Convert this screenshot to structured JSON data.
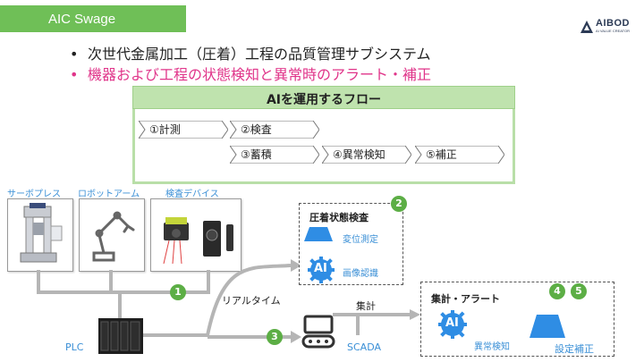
{
  "header": {
    "title": "AIC Swage"
  },
  "logo": {
    "name": "AIBOD",
    "tagline": "AI VALUE CREATOR"
  },
  "bullets": [
    "次世代金属加工（圧着）工程の品質管理サブシステム",
    "機器および工程の状態検知と異常時のアラート・補正"
  ],
  "bullet_symbol": "•",
  "flow": {
    "title": "AIを運用するフロー",
    "steps": [
      "①計測",
      "②検査",
      "③蓄積",
      "④異常検知",
      "⑤補正"
    ]
  },
  "devices": [
    "サーボプレス",
    "ロボットアーム",
    "検査デバイス"
  ],
  "plc": "PLC",
  "scada": "SCADA",
  "edges": {
    "realtime": "リアルタイム",
    "aggregate": "集計"
  },
  "inspection": {
    "title": "圧着状態検査",
    "items": [
      "変位測定",
      "画像認識"
    ],
    "badge": "2"
  },
  "alert": {
    "title": "集計・アラート",
    "items": [
      "異常検知",
      "設定補正"
    ],
    "badges": [
      "4",
      "5"
    ]
  },
  "badges": {
    "measure": "1",
    "store": "3"
  },
  "ai_label": "AI",
  "colors": {
    "accent_green": "#6fbf57",
    "badge_green": "#5cae45",
    "highlight_pink": "#e0358a",
    "label_blue": "#3a8fd6",
    "ai_blue": "#2f8de4"
  }
}
